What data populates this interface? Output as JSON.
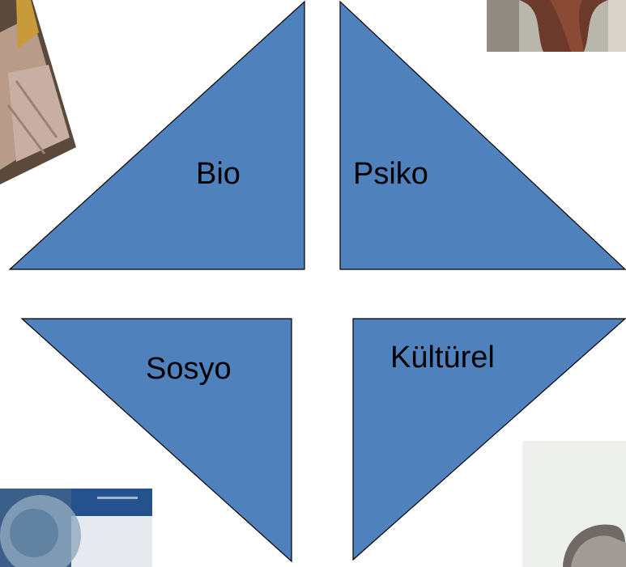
{
  "diagram": {
    "fill_color": "#4f81bd",
    "stroke_color": "#000000",
    "segments": [
      {
        "id": "bio",
        "label": "Bio"
      },
      {
        "id": "psiko",
        "label": "Psiko"
      },
      {
        "id": "sosyo",
        "label": "Sosyo"
      },
      {
        "id": "kulturel",
        "label": "Kültürel"
      }
    ]
  },
  "photos": [
    {
      "id": "photo-top-left",
      "subject": "person in striped clothing"
    },
    {
      "id": "photo-top-right",
      "subject": "person with long brown hair"
    },
    {
      "id": "photo-bottom-left",
      "subject": "glass sphere with sign"
    },
    {
      "id": "photo-bottom-right",
      "subject": "grey-haired person"
    }
  ]
}
